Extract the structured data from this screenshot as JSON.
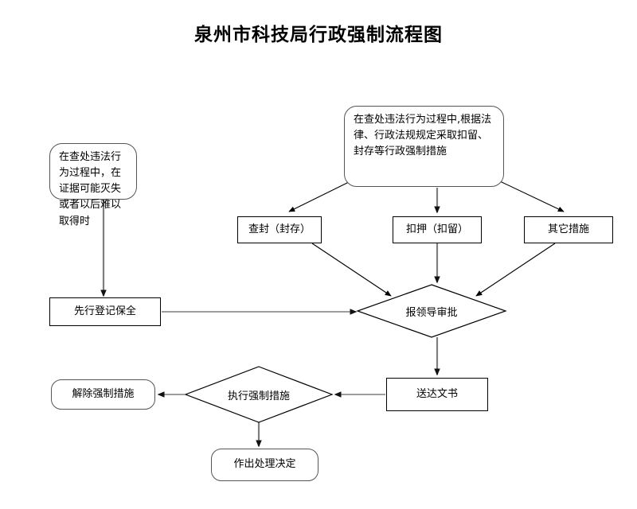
{
  "page": {
    "title": "泉州市科技局行政强制流程图",
    "background": "#ffffff",
    "line_color_diagonal": "#000000",
    "line_color_vertical": "#7f7f7f",
    "box_border_color": "#000000",
    "rounded_border_color": "#555555"
  },
  "nodes": {
    "trigger_evidence": {
      "label": "在查处违法行为过程中，在证据可能灭失或者以后难以取得时",
      "shape": "rounded-rectangle"
    },
    "trigger_law": {
      "label": "在查处违法行为过程中,根据法律、行政法规规定采取扣留、封存等行政强制措施",
      "shape": "rounded-rectangle"
    },
    "measure_seal": {
      "label": "查封（封存）",
      "shape": "rectangle"
    },
    "measure_seize": {
      "label": "扣押（扣留）",
      "shape": "rectangle"
    },
    "measure_other": {
      "label": "其它措施",
      "shape": "rectangle"
    },
    "advance_registration": {
      "label": "先行登记保全",
      "shape": "rectangle"
    },
    "leader_approval": {
      "label": "报领导审批",
      "shape": "diamond"
    },
    "deliver_document": {
      "label": "送达文书",
      "shape": "rectangle"
    },
    "execute_measure": {
      "label": "执行强制措施",
      "shape": "diamond"
    },
    "release_measure": {
      "label": "解除强制措施",
      "shape": "rounded-rectangle"
    },
    "make_decision": {
      "label": "作出处理决定",
      "shape": "rounded-rectangle"
    }
  },
  "edges": [
    {
      "from": "trigger_law",
      "to": "measure_seal",
      "style": "diagonal-arrow"
    },
    {
      "from": "trigger_law",
      "to": "measure_seize",
      "style": "vertical-arrow"
    },
    {
      "from": "trigger_law",
      "to": "measure_other",
      "style": "diagonal-arrow"
    },
    {
      "from": "measure_seal",
      "to": "leader_approval",
      "style": "diagonal-arrow"
    },
    {
      "from": "measure_seize",
      "to": "leader_approval",
      "style": "vertical-arrow"
    },
    {
      "from": "measure_other",
      "to": "leader_approval",
      "style": "diagonal-arrow"
    },
    {
      "from": "trigger_evidence",
      "to": "advance_registration",
      "style": "vertical-arrow"
    },
    {
      "from": "advance_registration",
      "to": "leader_approval",
      "style": "horizontal-arrow"
    },
    {
      "from": "leader_approval",
      "to": "deliver_document",
      "style": "vertical-arrow"
    },
    {
      "from": "deliver_document",
      "to": "execute_measure",
      "style": "horizontal-arrow"
    },
    {
      "from": "execute_measure",
      "to": "release_measure",
      "style": "horizontal-arrow"
    },
    {
      "from": "execute_measure",
      "to": "make_decision",
      "style": "vertical-arrow"
    }
  ]
}
